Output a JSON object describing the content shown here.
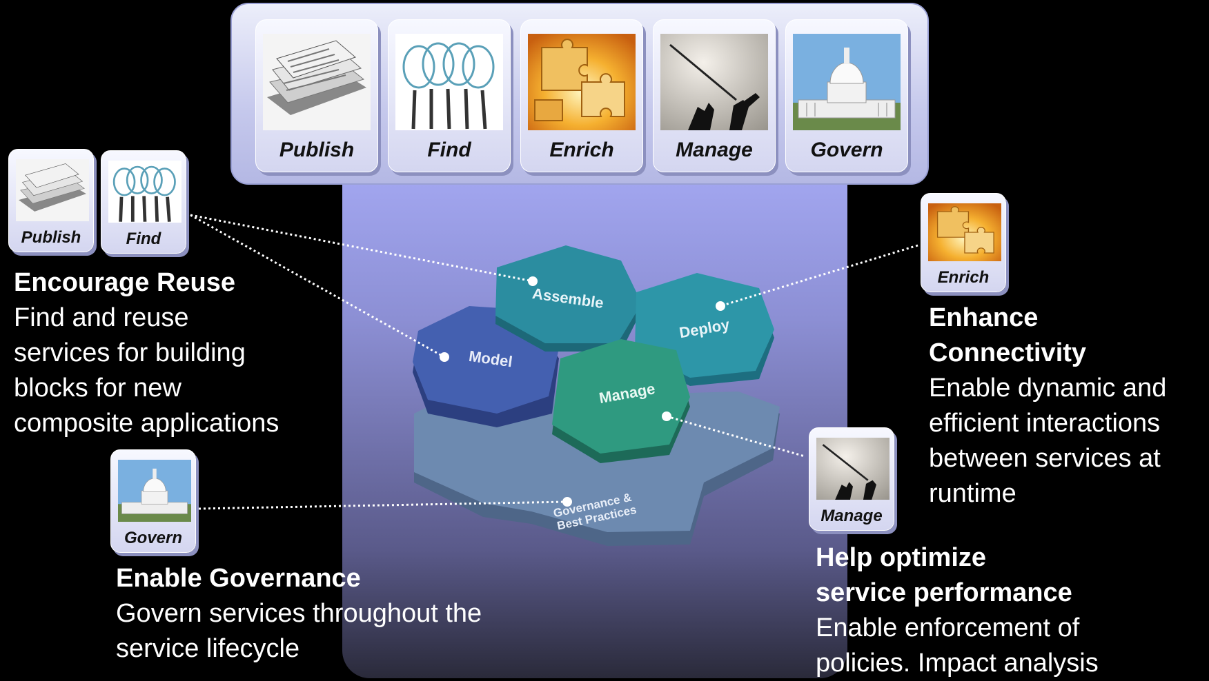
{
  "toolbar": {
    "tiles": [
      {
        "label": "Publish",
        "icon": "newspaper-icon"
      },
      {
        "label": "Find",
        "icon": "magnifier-icon"
      },
      {
        "label": "Enrich",
        "icon": "puzzle-icon"
      },
      {
        "label": "Manage",
        "icon": "conductor-icon"
      },
      {
        "label": "Govern",
        "icon": "capitol-icon"
      }
    ]
  },
  "lifecycle": {
    "hexes": [
      "Assemble",
      "Deploy",
      "Model",
      "Manage"
    ],
    "base_line1": "Governance &",
    "base_line2": "Best Practices"
  },
  "callouts": {
    "reuse": {
      "tiles": [
        "Publish",
        "Find"
      ],
      "heading": "Encourage Reuse",
      "lines": [
        "Find and reuse",
        "services for building",
        "blocks for new",
        "composite applications"
      ]
    },
    "governance": {
      "tile": "Govern",
      "heading": "Enable Governance",
      "lines": [
        "Govern services throughout the",
        "service lifecycle"
      ]
    },
    "connectivity": {
      "tile": "Enrich",
      "heading_lines": [
        "Enhance",
        "Connectivity"
      ],
      "lines": [
        "Enable dynamic and",
        "efficient interactions",
        "between services at",
        "runtime"
      ]
    },
    "performance": {
      "tile": "Manage",
      "heading_lines": [
        "Help optimize",
        "service performance"
      ],
      "lines": [
        "Enable enforcement of",
        "policies. Impact analysis"
      ]
    }
  },
  "colors": {
    "assemble": "#2b8da0",
    "deploy": "#2d96a8",
    "model": "#4460b0",
    "manage": "#2f9a80",
    "base": "#6d8ab0",
    "connector": "#ffffff"
  }
}
